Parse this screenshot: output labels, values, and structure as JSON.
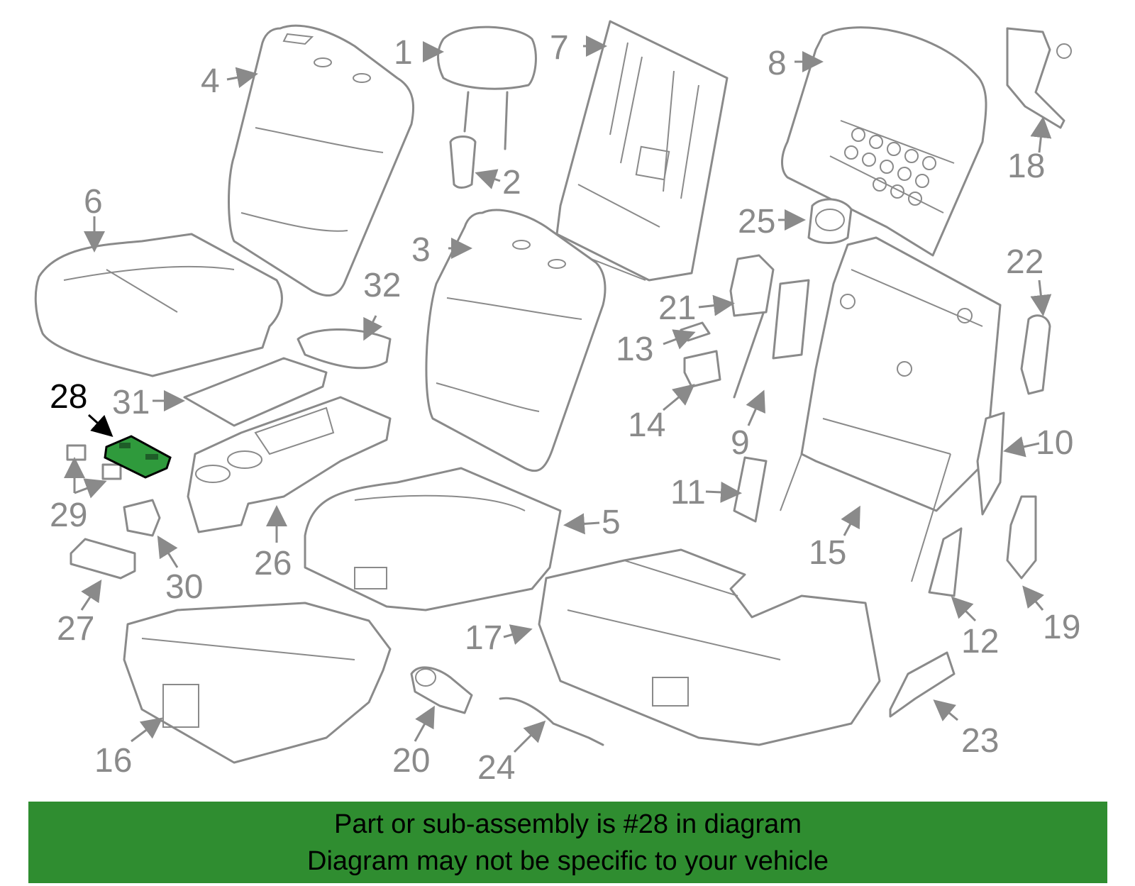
{
  "diagram": {
    "highlight_color": "#2f9a3c",
    "line_color": "#8a8a8a",
    "callouts": [
      "1",
      "2",
      "3",
      "4",
      "5",
      "6",
      "7",
      "8",
      "9",
      "10",
      "11",
      "12",
      "13",
      "14",
      "15",
      "16",
      "17",
      "18",
      "19",
      "20",
      "21",
      "22",
      "23",
      "24",
      "25",
      "26",
      "27",
      "28",
      "29",
      "30",
      "31",
      "32"
    ],
    "highlighted_part": "28"
  },
  "banner": {
    "line1": "Part or sub-assembly is #28 in diagram",
    "line2": "Diagram may not be specific to your vehicle",
    "background": "#2f8d30"
  }
}
